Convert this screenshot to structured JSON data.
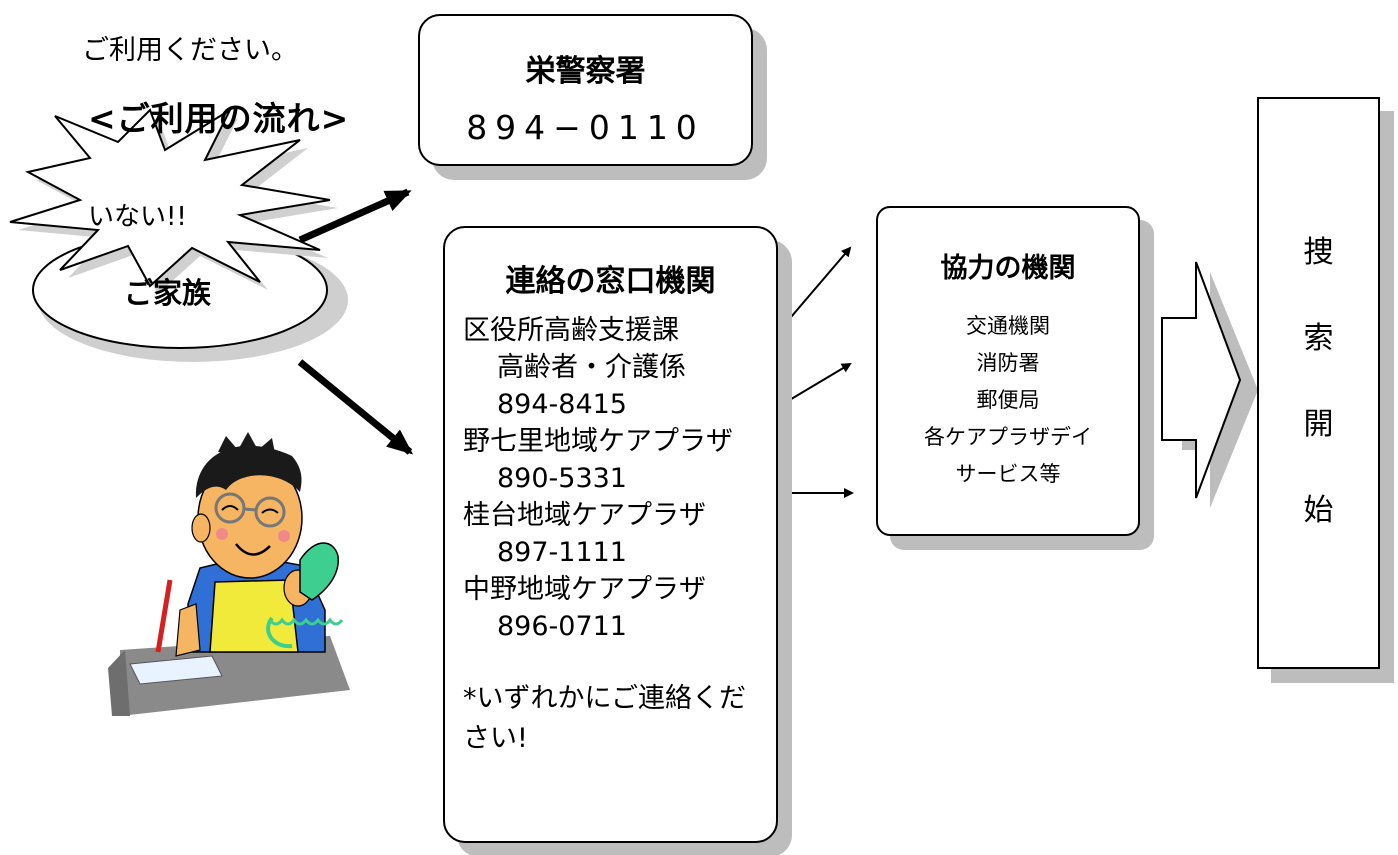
{
  "intro_text": "ご利用ください。",
  "flow_title": "<ご利用の流れ>",
  "family": {
    "shout": "いない!!",
    "label": "ご家族"
  },
  "police": {
    "name": "栄警察署",
    "phone": "894−0110"
  },
  "contact_window": {
    "title": "連絡の窓口機関",
    "lines": [
      {
        "text": "区役所高齢支援課",
        "indent": false
      },
      {
        "text": "高齢者・介護係",
        "indent": true
      },
      {
        "text": "894-8415",
        "indent": true
      },
      {
        "text": "野七里地域ケアプラザ",
        "indent": false
      },
      {
        "text": "890-5331",
        "indent": true
      },
      {
        "text": "桂台地域ケアプラザ",
        "indent": false
      },
      {
        "text": "897-1111",
        "indent": true
      },
      {
        "text": "中野地域ケアプラザ",
        "indent": false
      },
      {
        "text": "896-0711",
        "indent": true
      }
    ],
    "note": "*いずれかにご連絡ください!"
  },
  "cooperating": {
    "title": "協力の機関",
    "items": [
      "交通機関",
      "消防署",
      "郵便局",
      "各ケアプラザデイ",
      "サービス等"
    ]
  },
  "search_start": [
    "捜",
    "索",
    "開",
    "始"
  ],
  "colors": {
    "box_shadow": "#bdbdbd",
    "border": "#000000",
    "shirt": "#2f6fd6",
    "apron": "#f2ea3a",
    "skin": "#f6b562",
    "phone": "#3ccf8f",
    "pencil": "#d62020"
  },
  "icons": [
    "arrow-icon",
    "block-arrow-icon",
    "speech-burst-icon",
    "person-on-phone-illustration"
  ]
}
